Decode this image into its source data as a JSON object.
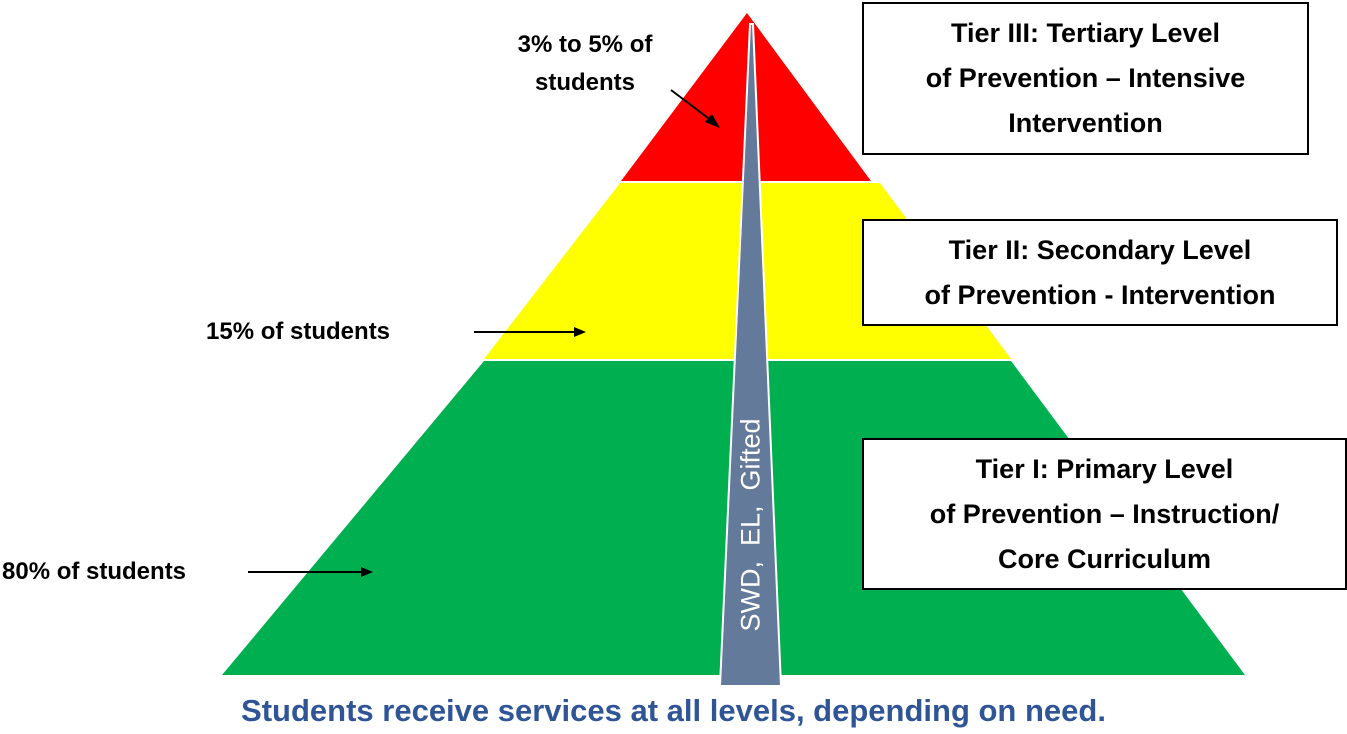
{
  "tiers": [
    {
      "name": "tier-3",
      "color": "#FF0000",
      "lines": [
        "Tier III: Tertiary Level",
        "of Prevention – Intensive",
        "Intervention"
      ],
      "share_label": [
        "3% to 5% of",
        "students"
      ]
    },
    {
      "name": "tier-2",
      "color": "#FFFF00",
      "lines": [
        "Tier II: Secondary Level",
        "of Prevention - Intervention"
      ],
      "share_label": [
        "15% of students"
      ]
    },
    {
      "name": "tier-1",
      "color": "#00B050",
      "lines": [
        "Tier I: Primary Level",
        "of Prevention – Instruction/",
        "Core Curriculum"
      ],
      "share_label": [
        "80% of students"
      ]
    }
  ],
  "spike": {
    "label": "SWD,  EL,  Gifted",
    "color": "#647A9A"
  },
  "footer": "Students receive services at all levels, depending on need.",
  "footer_color": "#2F5597"
}
